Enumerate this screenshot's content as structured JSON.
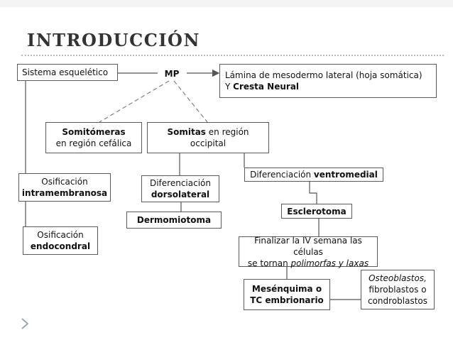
{
  "title": "INTRODUCCIÓN",
  "nodes": {
    "sistema": "Sistema esquelético",
    "mp": "MP",
    "lamina_1": "Lámina de mesodermo lateral (hoja somática)",
    "lamina_2a": "Y ",
    "lamina_2b": "Cresta Neural",
    "somitomeras_1": "Somitómeras",
    "somitomeras_2": "en región cefálica",
    "somitas_1a": "Somitas",
    "somitas_1b": " en región",
    "somitas_2": "occipital",
    "osif_intra_1": "Osificación",
    "osif_intra_2": "intramembranosa",
    "osif_endo_1": "Osificación",
    "osif_endo_2": "endocondral",
    "dif_dorso_1": "Diferenciación",
    "dif_dorso_2": "dorsolateral",
    "dermomiotoma": "Dermomiotoma",
    "dif_ventro_a": "Diferenciación ",
    "dif_ventro_b": "ventromedial",
    "esclerotoma": "Esclerotoma",
    "finalizar_1": "Finalizar la IV semana las células",
    "finalizar_2a": "se tornan ",
    "finalizar_2b": "polimorfas y laxas",
    "mesenquima_1": "Mesénquima o",
    "mesenquima_2": "TC embrionario",
    "osteo_1": "Osteoblastos,",
    "osteo_2": "fibroblastos o",
    "osteo_3": "condroblastos"
  },
  "colors": {
    "title": "#333333",
    "lines": "#555555"
  }
}
